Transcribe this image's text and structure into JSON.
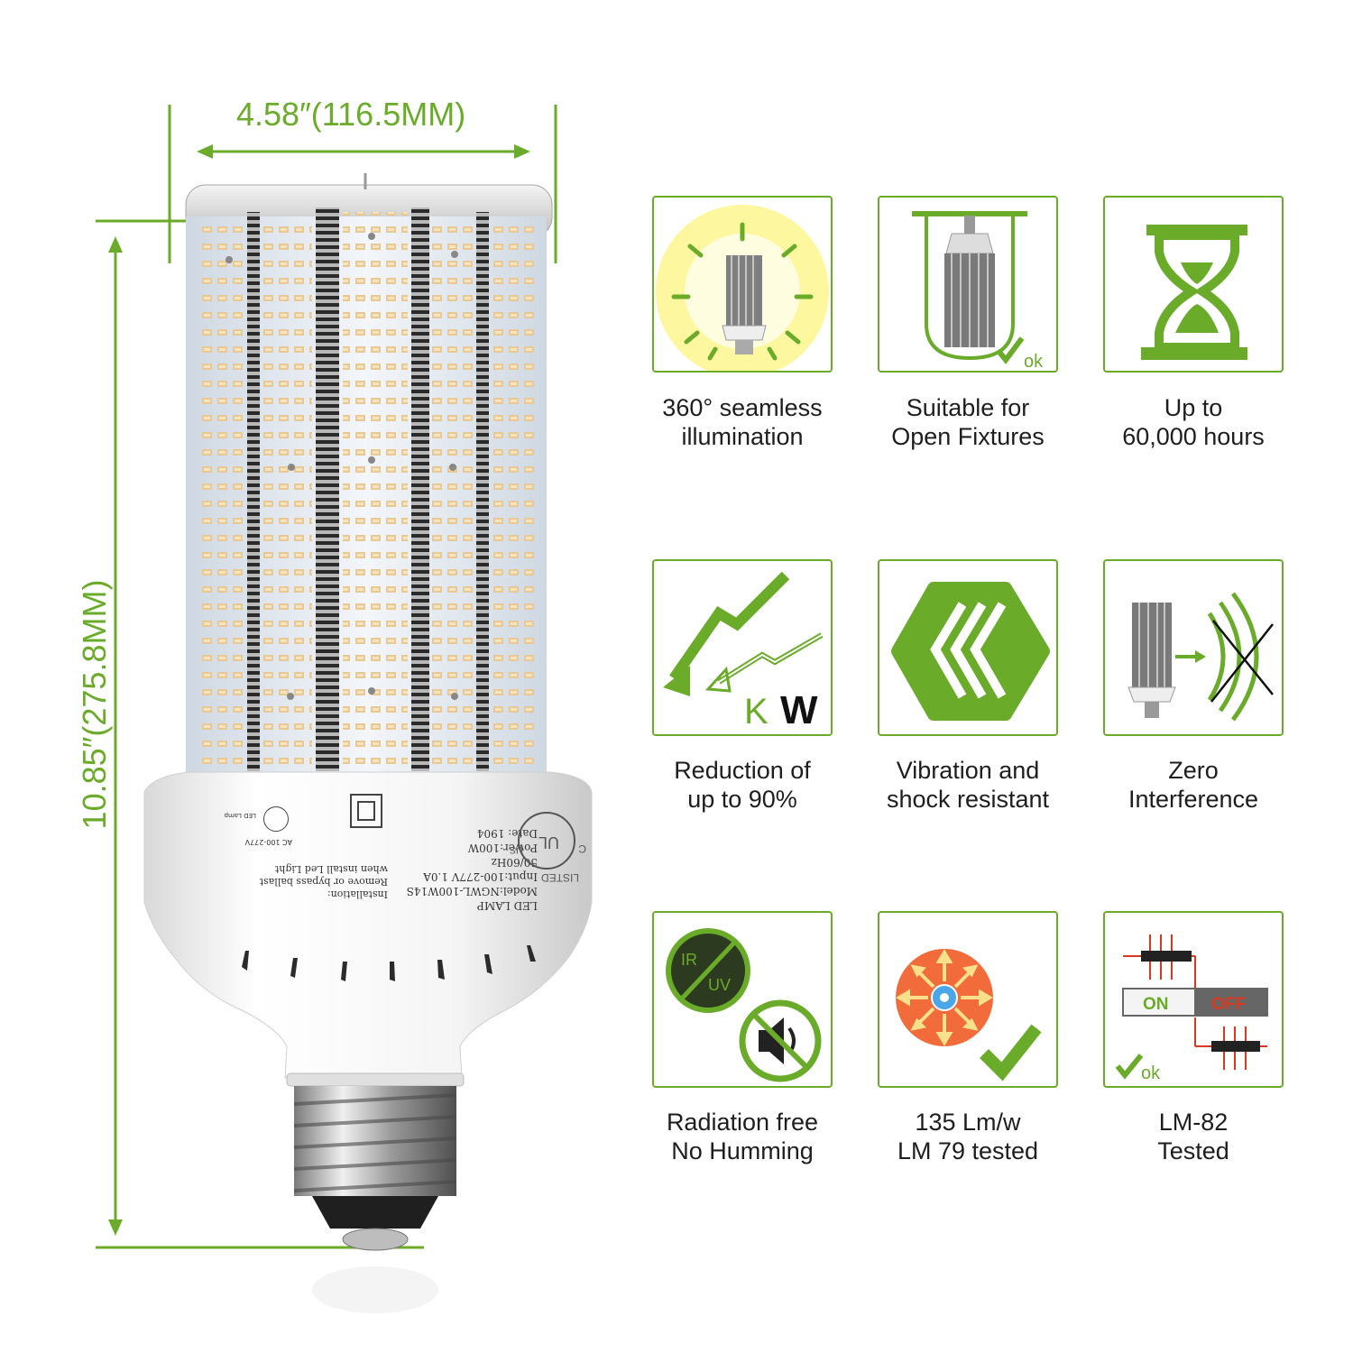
{
  "dimensions": {
    "width_label": "4.58″(116.5MM)",
    "height_label": "10.85″(275.8MM)"
  },
  "product_label": {
    "lines": [
      "LED LAMP",
      "Model:NGWL-100W14S",
      "Input:100-277V 1.0A",
      "50/60Hz",
      "Power:100W",
      "Date: 1904"
    ],
    "install_lines": [
      "Installation:",
      "Remove or bypass ballast",
      "when install Led Light"
    ],
    "wiring_caption": "AC 100-277V",
    "wiring_sub": "LED Lamp",
    "cert_listed": "LISTED",
    "cert_c": "C",
    "cert_ul": "UL",
    "cert_us": "US"
  },
  "features": [
    {
      "icon": "sun-bulb-icon",
      "line1": "360° seamless",
      "line2": "illumination"
    },
    {
      "icon": "open-fixture-icon",
      "line1": "Suitable for",
      "line2": "Open Fixtures",
      "badge": "ok"
    },
    {
      "icon": "hourglass-icon",
      "line1": "Up to",
      "line2": "60,000 hours"
    },
    {
      "icon": "power-reduction-icon",
      "line1": "Reduction of",
      "line2": "up to 90%",
      "badge_k": "K",
      "badge_w": "W"
    },
    {
      "icon": "vibration-icon",
      "line1": "Vibration and",
      "line2": "shock resistant"
    },
    {
      "icon": "zero-interference-icon",
      "line1": "Zero",
      "line2": "Interference"
    },
    {
      "icon": "ir-uv-mute-icon",
      "line1": "Radiation free",
      "line2": "No Humming",
      "badge_ir": "IR",
      "badge_uv": "UV"
    },
    {
      "icon": "lumen-efficacy-icon",
      "line1": "135 Lm/w",
      "line2": "LM 79 tested"
    },
    {
      "icon": "on-off-switch-icon",
      "line1": "LM-82",
      "line2": "Tested",
      "on": "ON",
      "off": "OFF",
      "badge": "ok"
    }
  ],
  "colors": {
    "accent": "#6aab2a",
    "dark": "#1e1e1e",
    "orange": "#f26b3a",
    "red": "#d9381e"
  }
}
